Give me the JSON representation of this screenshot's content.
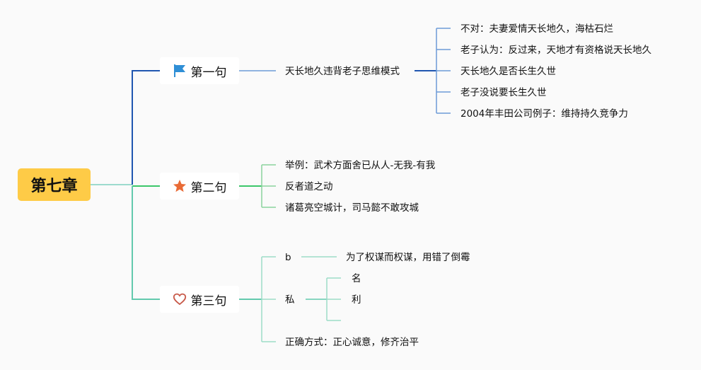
{
  "root": {
    "label": "第七章"
  },
  "branches": [
    {
      "label": "第一句",
      "icon": "flag-icon",
      "children": [
        {
          "label": "天长地久违背老子思维模式",
          "children": [
            "不对：夫妻爱情天长地久，海枯石烂",
            "老子认为：反过来，天地才有资格说天长地久",
            "天长地久是否长生久世",
            "老子没说要长生久世",
            "2004年丰田公司例子：维持持久竞争力"
          ]
        }
      ]
    },
    {
      "label": "第二句",
      "icon": "star-icon",
      "children": [
        "举例：武术方面舍已从人-无我-有我",
        "反者道之动",
        "诸葛亮空城计，司马懿不敢攻城"
      ]
    },
    {
      "label": "第三句",
      "icon": "heart-icon",
      "children": [
        {
          "label": "b",
          "child": "为了权谋而权谋，用错了倒霉"
        },
        {
          "label": "私",
          "children": [
            "名",
            "利",
            ""
          ]
        },
        {
          "label": "正确方式：正心诚意，修齐治平"
        }
      ]
    }
  ],
  "colors": {
    "background": "#fafafa",
    "root_fill": "#fecb47",
    "branch1_line": "#1f56b0",
    "branch1_sub_line": "#6c9bd8",
    "branch2_line": "#3cc76a",
    "branch2_sub_line": "#8ad39c",
    "branch3_line": "#62c9ad",
    "branch3_sub_line": "#9ddcc8",
    "root_link": "#7ecfc0",
    "flag": "#2f8fd6",
    "star": "#e96b36",
    "heart": "#c85a4a"
  }
}
